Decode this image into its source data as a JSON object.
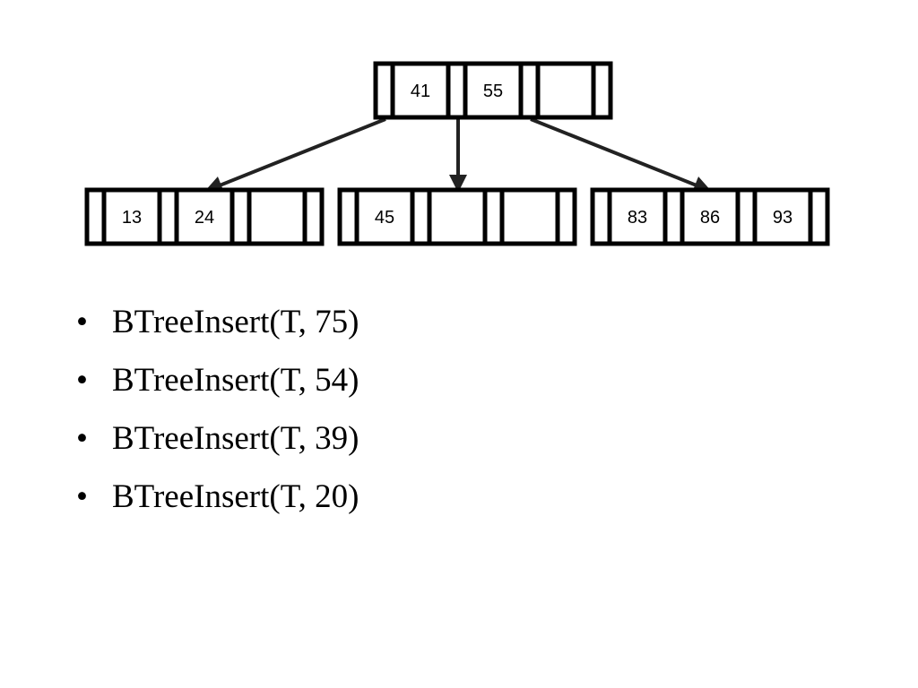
{
  "tree": {
    "root": {
      "keys": [
        "41",
        "55",
        ""
      ]
    },
    "children": [
      {
        "keys": [
          "13",
          "24",
          ""
        ]
      },
      {
        "keys": [
          "45",
          "",
          ""
        ]
      },
      {
        "keys": [
          "83",
          "86",
          "93"
        ]
      }
    ]
  },
  "bullets": {
    "marker": "•",
    "items": [
      "BTreeInsert(T, 75)",
      "BTreeInsert(T, 54)",
      "BTreeInsert(T, 39)",
      "BTreeInsert(T, 20)"
    ]
  }
}
